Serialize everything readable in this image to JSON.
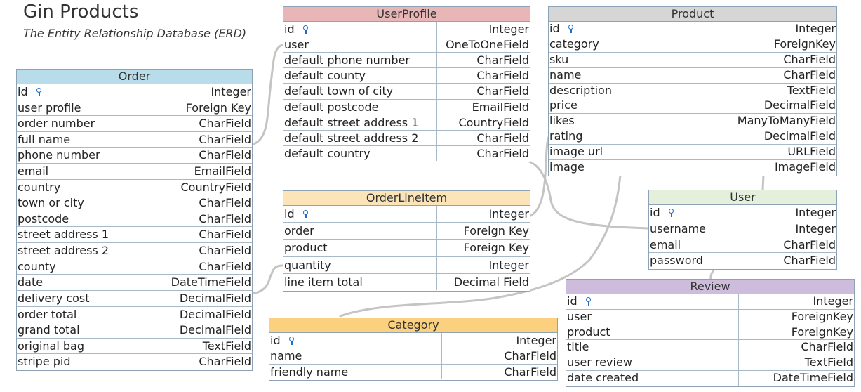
{
  "title": "Gin Products",
  "subtitle": "The Entity Relationship Database (ERD)",
  "entities": {
    "order": {
      "name": "Order",
      "color": "#b9dcea",
      "fields": [
        {
          "name": "id",
          "type": "Integer",
          "pk": true
        },
        {
          "name": "user profile",
          "type": "Foreign Key"
        },
        {
          "name": "order number",
          "type": "CharField"
        },
        {
          "name": "full name",
          "type": "CharField"
        },
        {
          "name": "phone number",
          "type": "CharField"
        },
        {
          "name": "email",
          "type": "EmailField"
        },
        {
          "name": "country",
          "type": "CountryField"
        },
        {
          "name": "town or city",
          "type": "CharField"
        },
        {
          "name": "postcode",
          "type": "CharField"
        },
        {
          "name": "street address 1",
          "type": "CharField"
        },
        {
          "name": "street address 2",
          "type": "CharField"
        },
        {
          "name": "county",
          "type": "CharField"
        },
        {
          "name": "date",
          "type": "DateTimeField"
        },
        {
          "name": "delivery cost",
          "type": "DecimalField"
        },
        {
          "name": "order total",
          "type": "DecimalField"
        },
        {
          "name": "grand total",
          "type": "DecimalField"
        },
        {
          "name": "original bag",
          "type": "TextField"
        },
        {
          "name": "stripe pid",
          "type": "CharField"
        }
      ]
    },
    "userprofile": {
      "name": "UserProfile",
      "color": "#e8b6b6",
      "fields": [
        {
          "name": "id",
          "type": "Integer",
          "pk": true
        },
        {
          "name": "user",
          "type": "OneToOneField"
        },
        {
          "name": "default phone number",
          "type": "CharField"
        },
        {
          "name": "default county",
          "type": "CharField"
        },
        {
          "name": "default town of city",
          "type": "CharField"
        },
        {
          "name": "default postcode",
          "type": "EmailField"
        },
        {
          "name": "default street address 1",
          "type": "CountryField"
        },
        {
          "name": "default street address 2",
          "type": "CharField"
        },
        {
          "name": "default country",
          "type": "CharField"
        }
      ]
    },
    "product": {
      "name": "Product",
      "color": "#d6d6d6",
      "fields": [
        {
          "name": "id",
          "type": "Integer",
          "pk": true
        },
        {
          "name": "category",
          "type": "ForeignKey"
        },
        {
          "name": "sku",
          "type": "CharField"
        },
        {
          "name": "name",
          "type": "CharField"
        },
        {
          "name": "description",
          "type": "TextField"
        },
        {
          "name": "price",
          "type": "DecimalField"
        },
        {
          "name": "likes",
          "type": "ManyToManyField"
        },
        {
          "name": "rating",
          "type": "DecimalField"
        },
        {
          "name": "image url",
          "type": "URLField"
        },
        {
          "name": "image",
          "type": "ImageField"
        }
      ]
    },
    "orderlineitem": {
      "name": "OrderLineItem",
      "color": "#fbe5b8",
      "fields": [
        {
          "name": "id",
          "type": "Integer",
          "pk": true
        },
        {
          "name": "order",
          "type": "Foreign Key"
        },
        {
          "name": "product",
          "type": "Foreign Key"
        },
        {
          "name": "quantity",
          "type": "Integer"
        },
        {
          "name": "line item total",
          "type": "Decimal Field"
        }
      ]
    },
    "user": {
      "name": "User",
      "color": "#e4efdc",
      "fields": [
        {
          "name": "id",
          "type": "Integer",
          "pk": true
        },
        {
          "name": "username",
          "type": "Integer"
        },
        {
          "name": "email",
          "type": "CharField"
        },
        {
          "name": "password",
          "type": "CharField"
        }
      ]
    },
    "review": {
      "name": "Review",
      "color": "#cdbcdc",
      "fields": [
        {
          "name": "id",
          "type": "Integer",
          "pk": true
        },
        {
          "name": "user",
          "type": "ForeignKey"
        },
        {
          "name": "product",
          "type": "ForeignKey"
        },
        {
          "name": "title",
          "type": "CharField"
        },
        {
          "name": "user review",
          "type": "TextField"
        },
        {
          "name": "date created",
          "type": "DateTimeField"
        }
      ]
    },
    "category": {
      "name": "Category",
      "color": "#fbd17f",
      "fields": [
        {
          "name": "id",
          "type": "Integer",
          "pk": true
        },
        {
          "name": "name",
          "type": "CharField"
        },
        {
          "name": "friendly name",
          "type": "CharField"
        }
      ]
    }
  }
}
